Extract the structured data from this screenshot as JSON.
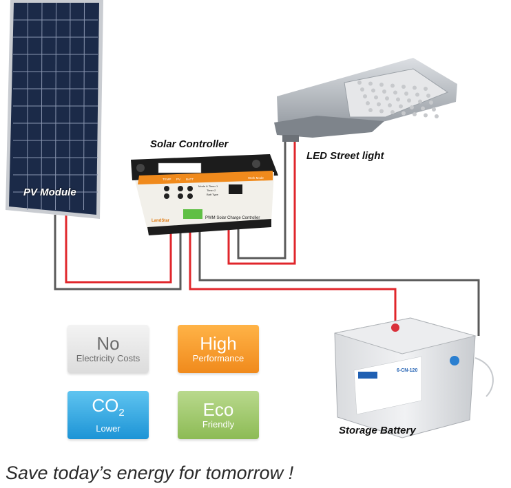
{
  "labels": {
    "pv_module": "PV Module",
    "solar_controller": "Solar Controller",
    "led_street_light": "LED Street light",
    "storage_battery": "Storage Battery"
  },
  "controller": {
    "brand": "LandStar",
    "model_text": "PWM Solar Charge Controller",
    "top_labels": [
      "TEMP",
      "PV",
      "BATT"
    ],
    "mode_lines": [
      "Mode & Timer 1",
      "Timer 2",
      "Batt Type"
    ],
    "work_mode": "Work Mode"
  },
  "battery": {
    "model": "6-CN-120"
  },
  "badges": [
    {
      "big": "No",
      "small": "Electricity Costs"
    },
    {
      "big": "High",
      "small": "Performance"
    },
    {
      "big": "CO",
      "sub": "2",
      "small": "Lower"
    },
    {
      "big": "Eco",
      "small": "Friendly"
    }
  ],
  "slogan": "Save today’s energy for tomorrow !",
  "colors": {
    "wire_red": "#e0262b",
    "wire_gray": "#5a5a5a",
    "panel_cell": "#1b2a48",
    "controller_orange": "#f08a1c",
    "badge_gray": "#dcdcdc",
    "badge_orange": "#f08a1c",
    "badge_blue": "#1d94d6",
    "badge_green": "#8dbb55"
  }
}
